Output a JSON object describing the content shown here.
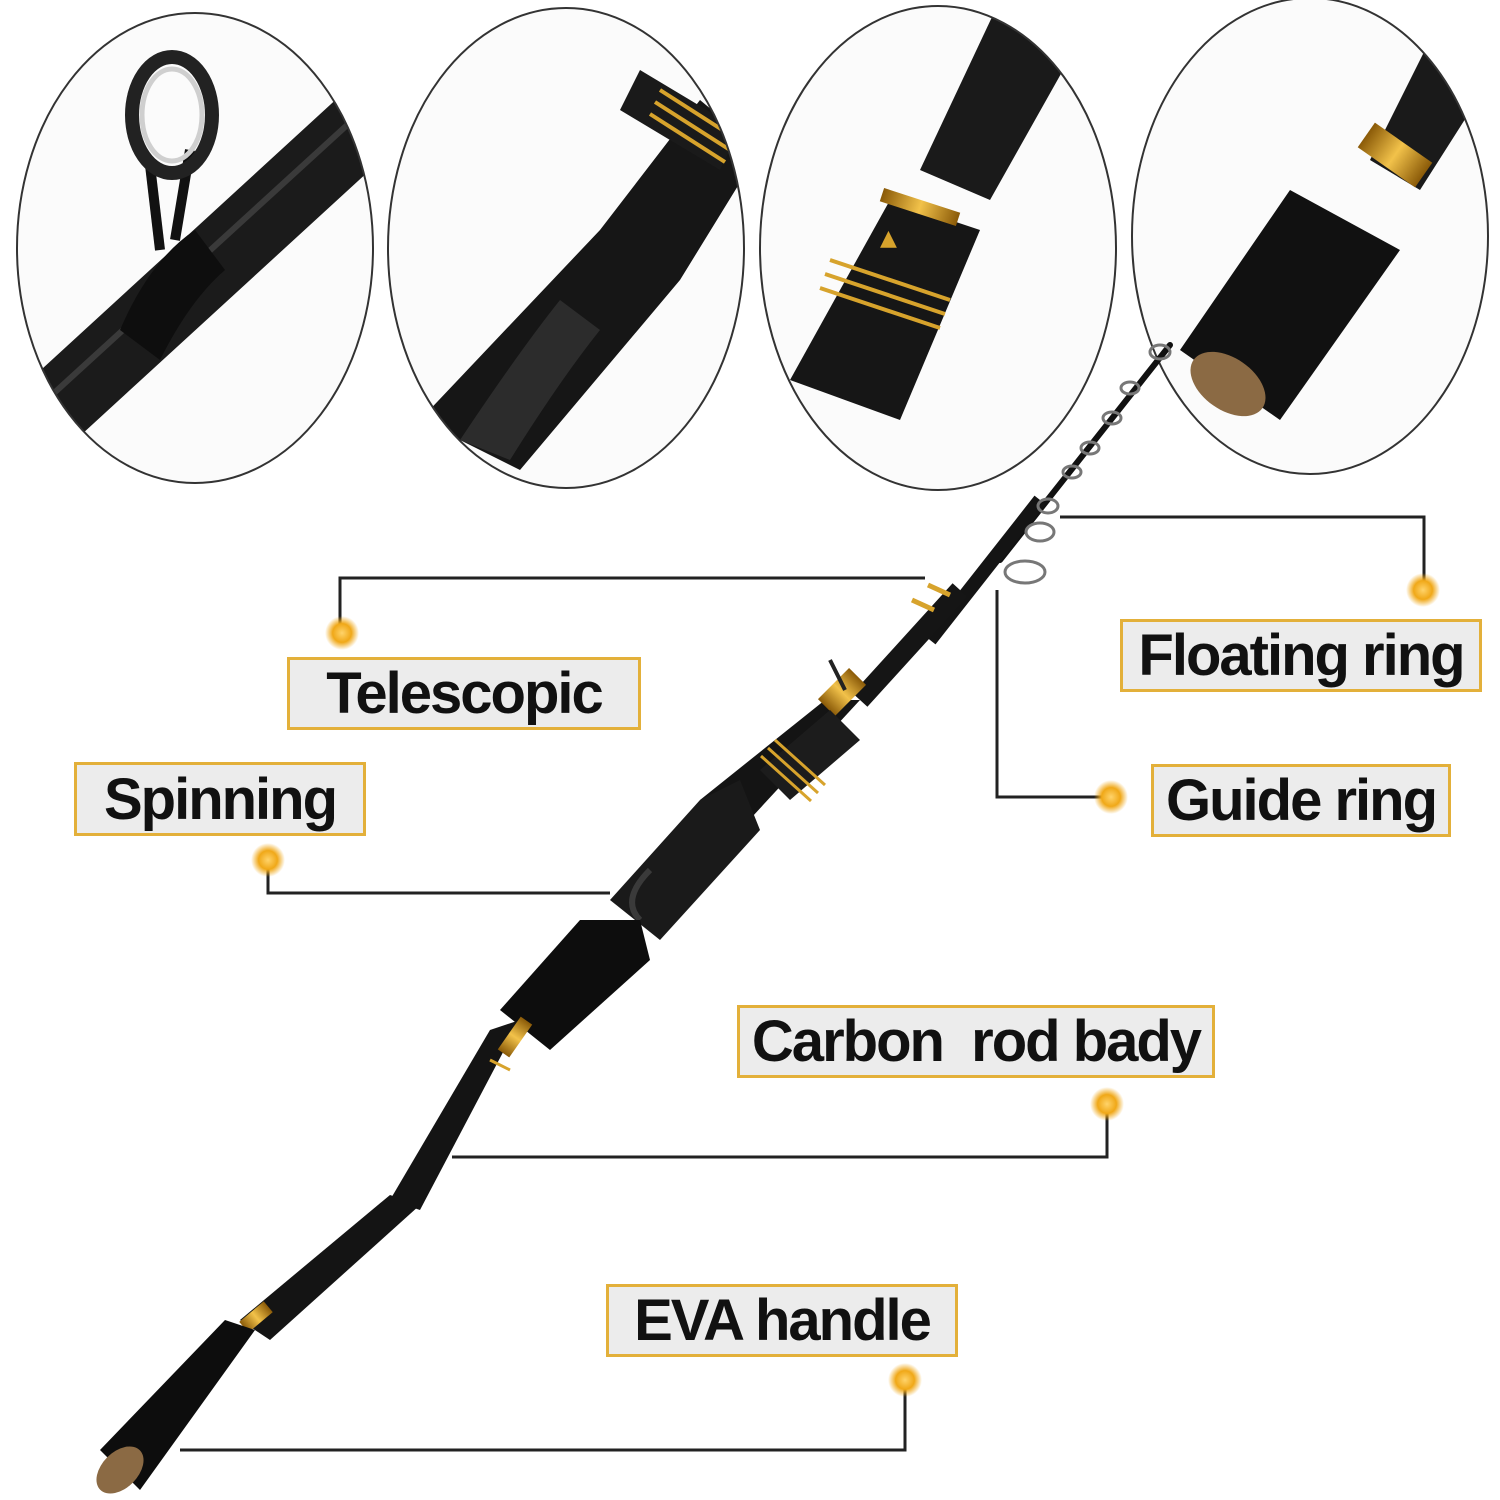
{
  "colors": {
    "accent": "#e3a51f",
    "label_border": "#e3b03a",
    "label_fill": "#ececec",
    "rod": "#141414",
    "gold_trim": "#c8921c"
  },
  "detail_views": [
    {
      "name": "guide-ring-closeup"
    },
    {
      "name": "reel-seat-closeup"
    },
    {
      "name": "gold-trim-closeup"
    },
    {
      "name": "eva-handle-closeup"
    }
  ],
  "callouts": {
    "telescopic": "Telescopic",
    "floating_ring": "Floating ring",
    "spinning": "Spinning",
    "guide_ring": "Guide ring",
    "carbon_rod_body": "Carbon  rod bady",
    "eva_handle": "EVA handle"
  }
}
